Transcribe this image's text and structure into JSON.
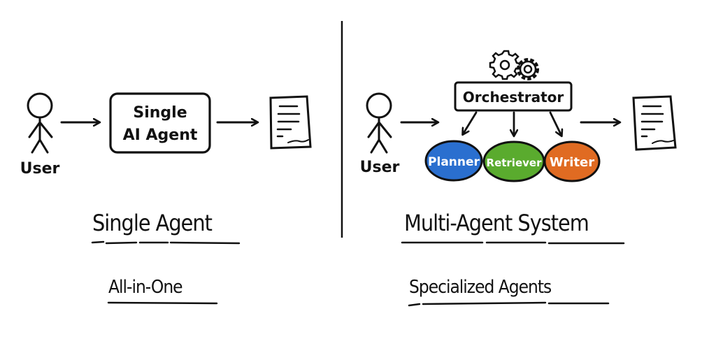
{
  "left": {
    "user_label": "User",
    "agent_box": [
      "Single",
      "AI Agent"
    ],
    "title": "Single Agent",
    "subtitle": "All-in-One"
  },
  "right": {
    "user_label": "User",
    "orchestrator_label": "Orchestrator",
    "agents": [
      {
        "label": "Planner",
        "color": "#2a6fcf"
      },
      {
        "label": "Retriever",
        "color": "#5aab2e"
      },
      {
        "label": "Writer",
        "color": "#e06b22"
      }
    ],
    "title": "Multi-Agent System",
    "subtitle": "Specialized Agents"
  }
}
